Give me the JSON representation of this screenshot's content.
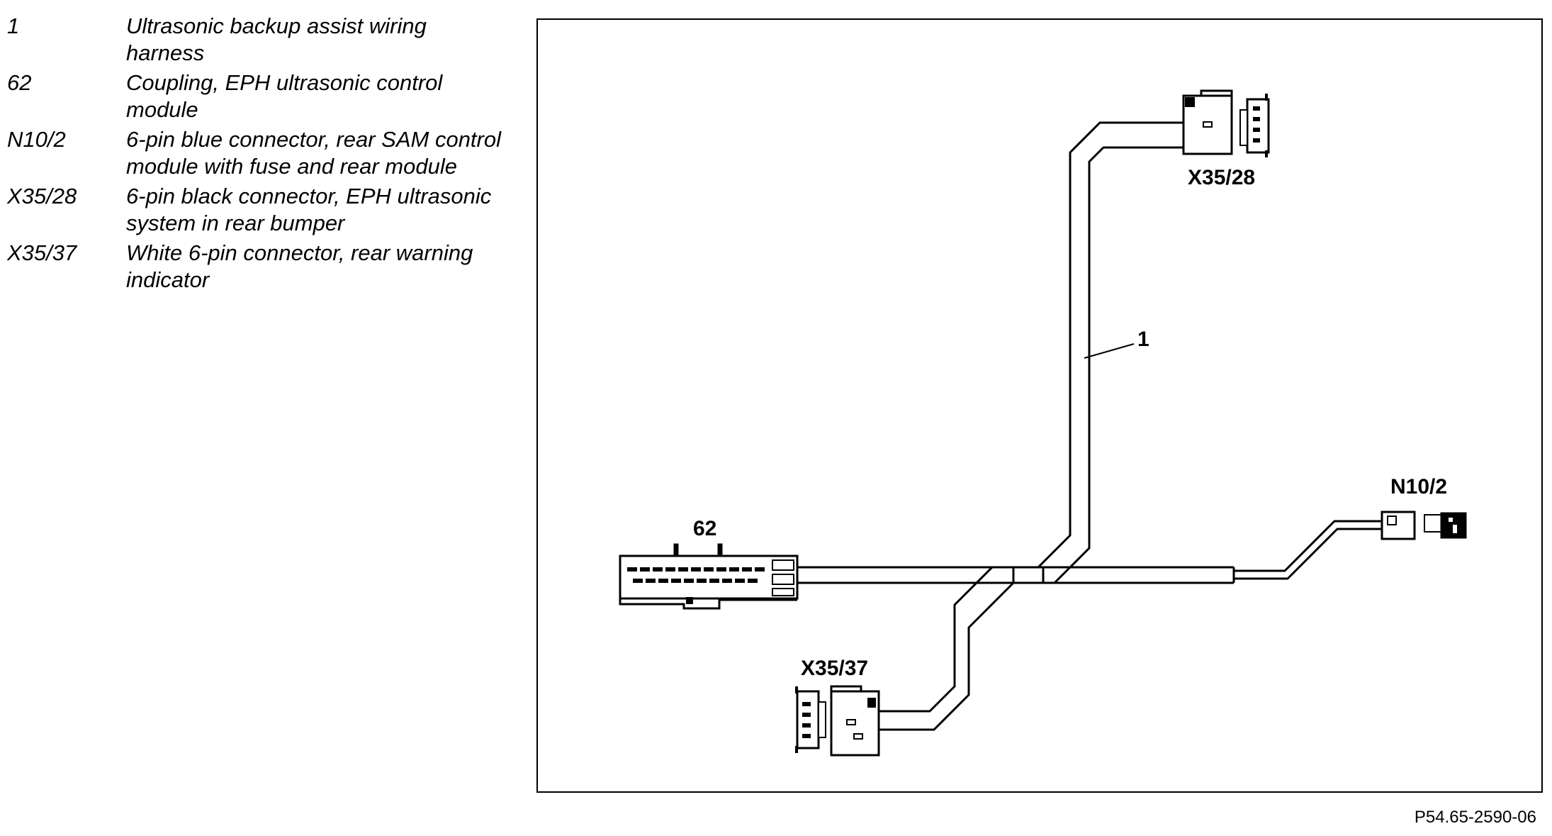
{
  "legend": [
    {
      "code": "1",
      "desc": "Ultrasonic backup assist wiring harness"
    },
    {
      "code": "62",
      "desc": "Coupling, EPH ultrasonic control module"
    },
    {
      "code": "N10/2",
      "desc": "6-pin blue connector, rear SAM control module with fuse and rear module"
    },
    {
      "code": "X35/28",
      "desc": "6-pin black connector, EPH ultrasonic system in rear bumper"
    },
    {
      "code": "X35/37",
      "desc": "White 6-pin connector, rear warning indicator"
    }
  ],
  "diagram": {
    "labels": {
      "harness": "1",
      "coupling": "62",
      "n10_2": "N10/2",
      "x35_28": "X35/28",
      "x35_37": "X35/37"
    }
  },
  "figure_ref": "P54.65-2590-06"
}
